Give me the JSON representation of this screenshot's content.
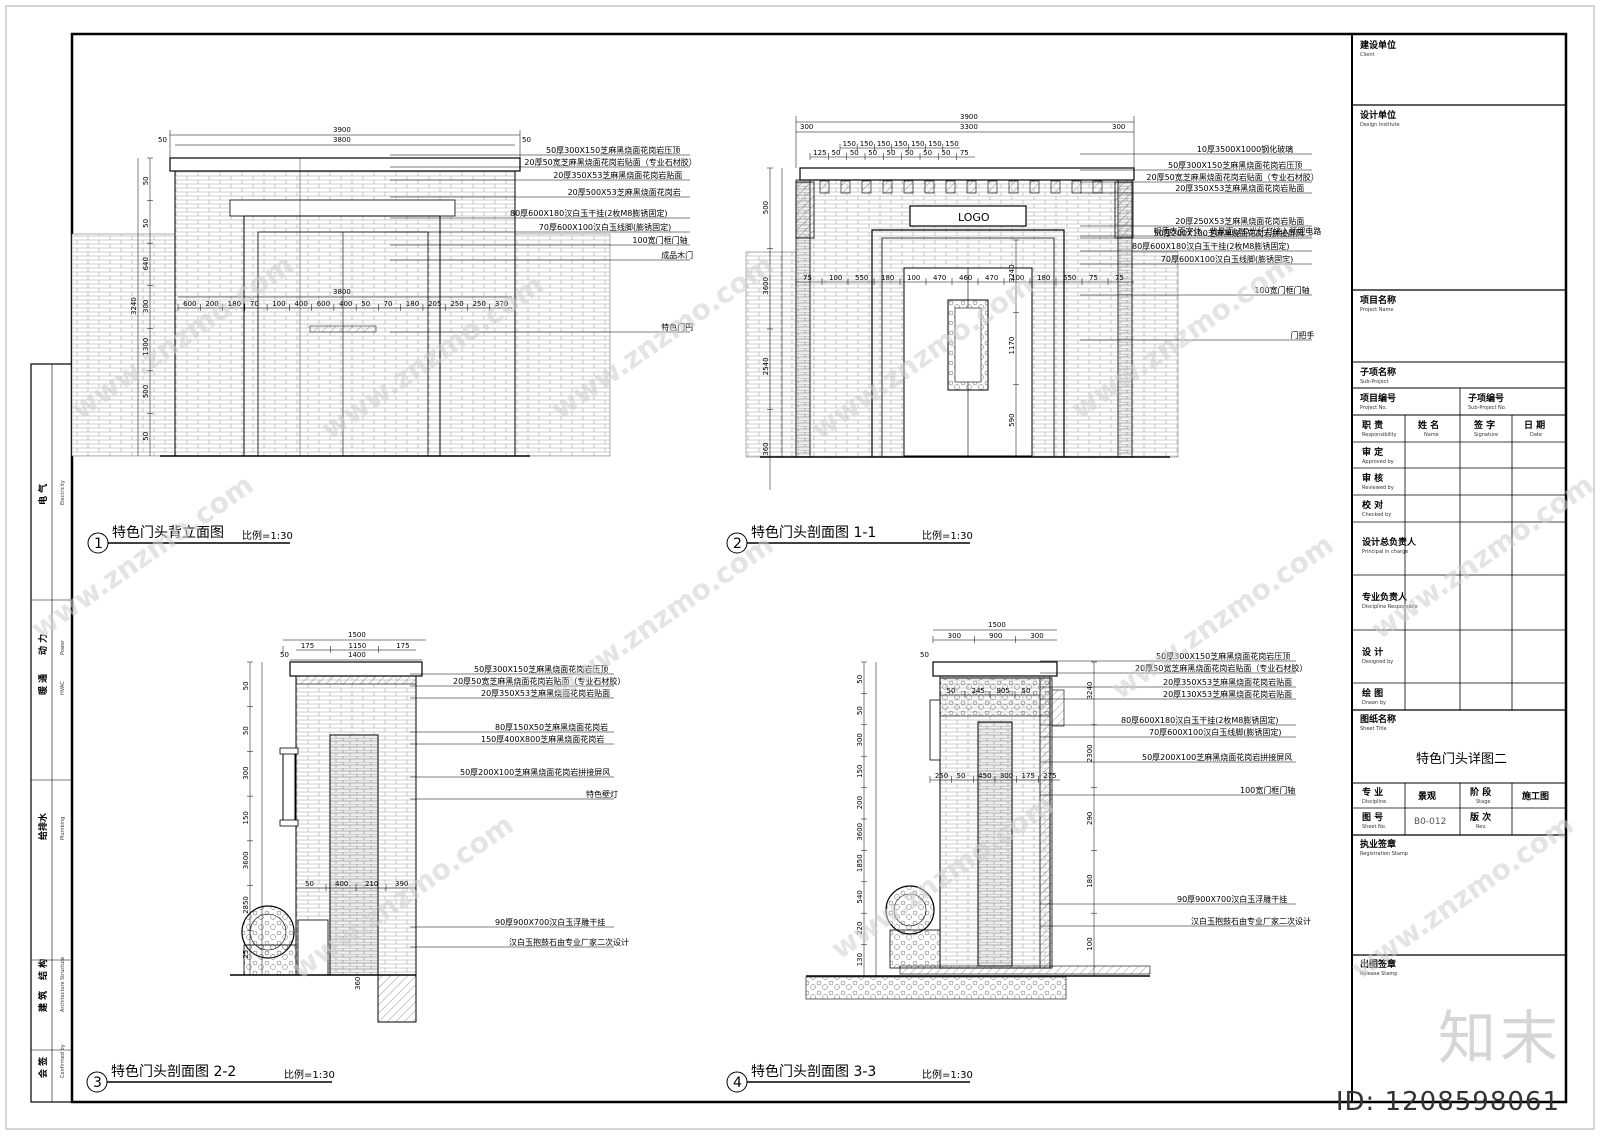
{
  "title_block": {
    "client_cn": "建设单位",
    "client_en": "Client",
    "design_cn": "设计单位",
    "design_en": "Design Institute",
    "project_name_cn": "项目名称",
    "project_name_en": "Project Name",
    "sub_project_cn": "子项名称",
    "sub_project_en": "Sub-Project",
    "project_no_cn": "项目编号",
    "project_no_en": "Project No.",
    "sub_project_no_cn": "子项编号",
    "sub_project_no_en": "Sub-Project No.",
    "resp_cn": "职 责",
    "resp_en": "Responsibility",
    "name_cn": "姓 名",
    "name_en": "Name",
    "sign_cn": "签 字",
    "sign_en": "Signature",
    "date_cn": "日 期",
    "date_en": "Date",
    "roles": [
      {
        "cn": "审 定",
        "en": "Approved by"
      },
      {
        "cn": "审 核",
        "en": "Reviewed by"
      },
      {
        "cn": "校 对",
        "en": "Checked by"
      },
      {
        "cn": "设计总负责人",
        "en": "Principal in charge"
      },
      {
        "cn": "专业负责人",
        "en": "Discipline Responsible"
      },
      {
        "cn": "设 计",
        "en": "Designed by"
      },
      {
        "cn": "绘 图",
        "en": "Drawn by"
      }
    ],
    "sheet_title_cn": "图纸名称",
    "sheet_title_en": "Sheet Title",
    "sheet_title": "特色门头详图二",
    "discipline_cn": "专 业",
    "discipline_en": "Discipline",
    "discipline_value": "景观",
    "stage_cn": "阶 段",
    "stage_en": "Stage",
    "stage_value": "施工图",
    "sheet_no_cn": "图 号",
    "sheet_no_en": "Sheet No.",
    "sheet_no_value": "B0-012",
    "rev_cn": "版 次",
    "rev_en": "Rev.",
    "reg_stamp_cn": "执业签章",
    "reg_stamp_en": "Registration Stamp",
    "release_cn": "出图签章",
    "release_en": "Release Stamp"
  },
  "left_strip": [
    {
      "cn": "电 气",
      "en": "Electricity"
    },
    {
      "cn": "暖 通",
      "en": "HVAC"
    },
    {
      "cn": "动 力",
      "en": "Power"
    },
    {
      "cn": "给排水",
      "en": "Plumbing"
    },
    {
      "cn": "建 筑",
      "en": "Architecture"
    },
    {
      "cn": "结 构",
      "en": "Structure"
    },
    {
      "cn": "会 签",
      "en": "Confirmed by"
    }
  ],
  "views": [
    {
      "num": "1",
      "title": "特色门头背立面图",
      "scale": "比例=1:30"
    },
    {
      "num": "2",
      "title": "特色门头剖面图 1-1",
      "scale": "比例=1:30"
    },
    {
      "num": "3",
      "title": "特色门头剖面图 2-2",
      "scale": "比例=1:30"
    },
    {
      "num": "4",
      "title": "特色门头剖面图 3-3",
      "scale": "比例=1:30"
    }
  ],
  "notes_v1": [
    "50厚300X150芝麻黑烧面花岗岩压顶",
    "20厚50宽芝麻黑烧面花岗岩贴面（专业石材胶）",
    "20厚350X53芝麻黑烧面花岗岩贴面",
    "20厚500X53芝麻黑烧面花岗岩",
    "80厚600X180汉白玉干挂(2枚M8膨锈固定)",
    "70厚600X100汉白玉线脚(膨锈固定)",
    "100宽门框门轴",
    "成品木门",
    "特色门円"
  ],
  "notes_v2": [
    "10厚3500X1000钢化玻璃",
    "50厚300X150芝麻黑烧面花岗岩压顶",
    "20厚50宽芝麻黑烧面花岗岩贴面（专业石材胶）",
    "20厚350X53芝麻黑烧面花岗岩贴面",
    "铜质表面字体，背景面LED光纤灯接入预埋电路",
    "20厚250X53芝麻黑烧面花岗岩贴面",
    "50厚200X100芝麻黑烧面花岗岩拼接屏风",
    "80厚600X180汉白玉干挂(2枚M8膨锈固定)",
    "70厚600X100汉白玉线脚(膨锈固定)",
    "100宽门框门轴",
    "门把手"
  ],
  "notes_v3": [
    "50厚300X150芝麻黑烧面花岗岩压顶",
    "20厚50宽芝麻黑烧面花岗岩贴面（专业石材胶）",
    "20厚350X53芝麻黑烧面花岗岩贴面",
    "80厚150X50芝麻黑烧面花岗岩",
    "150厚400X800芝麻黑烧面花岗岩",
    "50厚200X100芝麻黑烧面花岗岩拼接屏风",
    "特色壁灯",
    "90厚900X700汉白玉浮雕干挂",
    "汉白玉抱鼓石由专业厂家二次设计"
  ],
  "notes_v4": [
    "50厚300X150芝麻黑烧面花岗岩压顶",
    "20厚50宽芝麻黑烧面花岗岩贴面（专业石材胶）",
    "20厚350X53芝麻黑烧面花岗岩贴面",
    "20厚130X53芝麻黑烧面花岗岩贴面",
    "80厚600X180汉白玉干挂(2枚M8膨锈固定)",
    "70厚600X100汉白玉线脚(膨锈固定)",
    "50厚200X100芝麻黑烧面花岗岩拼接屏风",
    "100宽门框门轴",
    "90厚900X700汉白玉浮雕干挂",
    "汉白玉抱鼓石由专业厂家二次设计"
  ],
  "dims": {
    "v1_top": "3900",
    "v1_top2": "3800",
    "v1_side": "50",
    "v1_height": "3240",
    "v1_mid": "3800",
    "v1_row": [
      "600",
      "200",
      "180",
      "70",
      "100",
      "400",
      "600",
      "400",
      "50",
      "70",
      "180",
      "205",
      "250",
      "250",
      "370"
    ],
    "v1_left": [
      "50",
      "50",
      "640",
      "300",
      "1300",
      "500",
      "50"
    ],
    "v2_top": "3900",
    "v2_top2": "3300",
    "v2_side": "300",
    "v2_beams": [
      "150",
      "150",
      "150",
      "150",
      "150",
      "150",
      "150"
    ],
    "v2_beam_gap": [
      "125",
      "50",
      "50",
      "50",
      "50",
      "50",
      "50",
      "50",
      "75"
    ],
    "v2_row": [
      "75",
      "100",
      "550",
      "180",
      "100",
      "470",
      "460",
      "470",
      "100",
      "180",
      "550",
      "75",
      "75"
    ],
    "v2_left": [
      "500",
      "3600",
      "2540",
      "360"
    ],
    "v2_right": [
      "3240",
      "1170",
      "590"
    ],
    "logo": "LOGO",
    "v3_top": "1500",
    "v3_top2": [
      "175",
      "1150",
      "175"
    ],
    "v3_top3": "1400",
    "v3_side": "50",
    "v3_left": [
      "50",
      "50",
      "300",
      "150",
      "3600",
      "2850",
      "25"
    ],
    "v3_row": [
      "50",
      "400",
      "210",
      "390"
    ],
    "v3_bot": "360",
    "v4_top": "1500",
    "v4_top2": [
      "300",
      "900",
      "300"
    ],
    "v4_side": "50",
    "v4_row": [
      "250",
      "50",
      "450",
      "300",
      "175",
      "275"
    ],
    "v4_row2": [
      "50",
      "245",
      "905",
      "50"
    ],
    "v4_left": [
      "50",
      "50",
      "300",
      "150",
      "200",
      "3600",
      "1850",
      "540",
      "220",
      "130"
    ],
    "v4_right": [
      "3240",
      "2300",
      "290",
      "180",
      "100"
    ]
  },
  "watermark": "www.znzmo.com",
  "brand": "知末",
  "image_id": "ID: 1208598061"
}
